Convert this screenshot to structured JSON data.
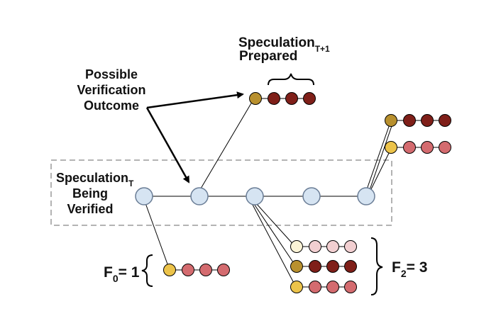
{
  "labels": {
    "speculation_t_main": "Speculation",
    "speculation_t_sub": "T",
    "being": "Being",
    "verified": "Verified",
    "speculation_t1_main": "Speculation",
    "speculation_t1_sub": "T+1",
    "prepared": "Prepared",
    "possible": "Possible",
    "verification": "Verification",
    "outcome": "Outcome",
    "f0_letter": "F",
    "f0_sub": "0",
    "f0_value": "= 1",
    "f2_letter": "F",
    "f2_sub": "2",
    "f2_value": "= 3"
  },
  "colors": {
    "main_node_fill": "#d6e4f2",
    "main_node_stroke": "#6a7d96",
    "gold": "#b8902e",
    "yellow": "#ecc34a",
    "light_yellow": "#fbf3d6",
    "dark_red": "#7f1f19",
    "mid_red": "#d46b6f",
    "pink": "#f2cfd1",
    "dashed_box": "#b3b3b3"
  }
}
